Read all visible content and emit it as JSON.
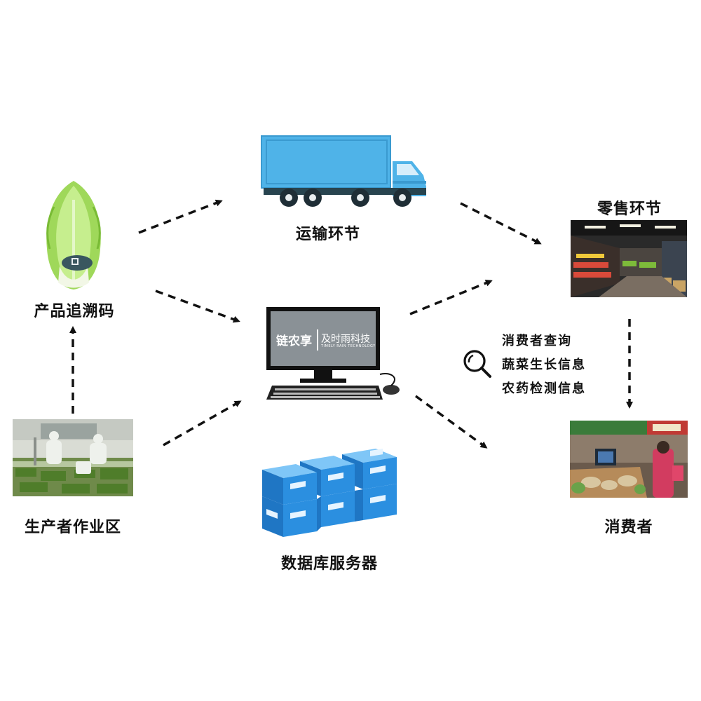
{
  "nodes": {
    "product_code": "产品追溯码",
    "producer_area": "生产者作业区",
    "transport": "运输环节",
    "retail": "零售环节",
    "consumer": "消费者",
    "db_server": "数据库服务器"
  },
  "monitor": {
    "brand_left": "链农享",
    "brand_right": "及时雨科技",
    "brand_sub": "TIMELY RAIN TECHNOLOGY"
  },
  "query": {
    "lines": [
      "消费者查询",
      "蔬菜生长信息",
      "农药检测信息"
    ]
  },
  "colors": {
    "truck_blue": "#4fb3e8",
    "server_blue": "#2b8fe0",
    "monitor_screen": "#8a9196",
    "arrow": "#111111"
  },
  "icons": [
    "cabbage-icon",
    "truck-icon",
    "computer-icon",
    "server-icon",
    "magnifier-icon"
  ]
}
